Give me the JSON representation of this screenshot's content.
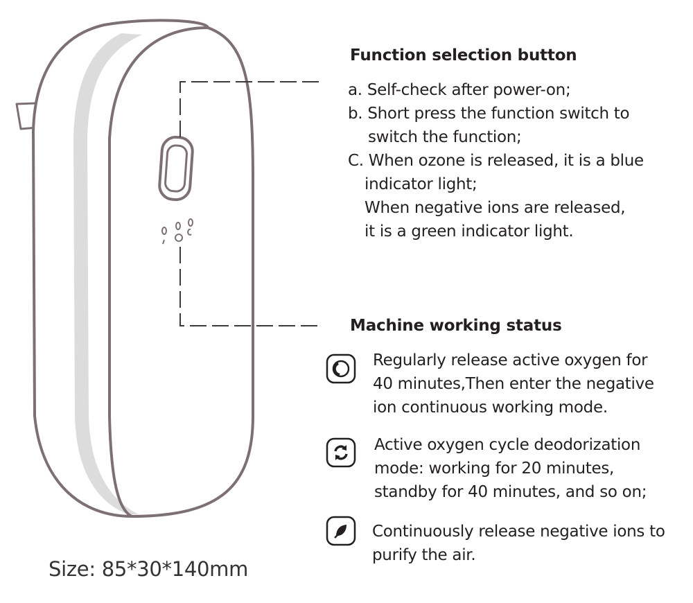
{
  "function_button": {
    "heading": "Function selection button",
    "lines": [
      "a. Self-check after power-on;",
      "b. Short press the function switch to",
      "switch the function;",
      "C. When ozone is released, it is a blue",
      "indicator light;",
      "When negative ions are released,",
      "it is a green indicator light."
    ]
  },
  "working_status": {
    "heading": "Machine working status",
    "modes": [
      {
        "icon": "active-oxygen-timer-icon",
        "lines": [
          "Regularly release active oxygen for",
          "40 minutes,Then enter the negative",
          "ion continuous working mode."
        ]
      },
      {
        "icon": "cycle-arrows-icon",
        "lines": [
          "Active oxygen cycle deodorization",
          "mode: working for 20 minutes,",
          "standby for 40 minutes, and so on;"
        ]
      },
      {
        "icon": "leaf-icon",
        "lines": [
          "Continuously release negative ions to",
          "purify the air."
        ]
      }
    ]
  },
  "size": "Size: 85*30*140mm",
  "colors": {
    "outline": "#7d7073",
    "band": "#dcdcdc",
    "leader_line": "#3a3a3a",
    "text": "#231f20"
  }
}
